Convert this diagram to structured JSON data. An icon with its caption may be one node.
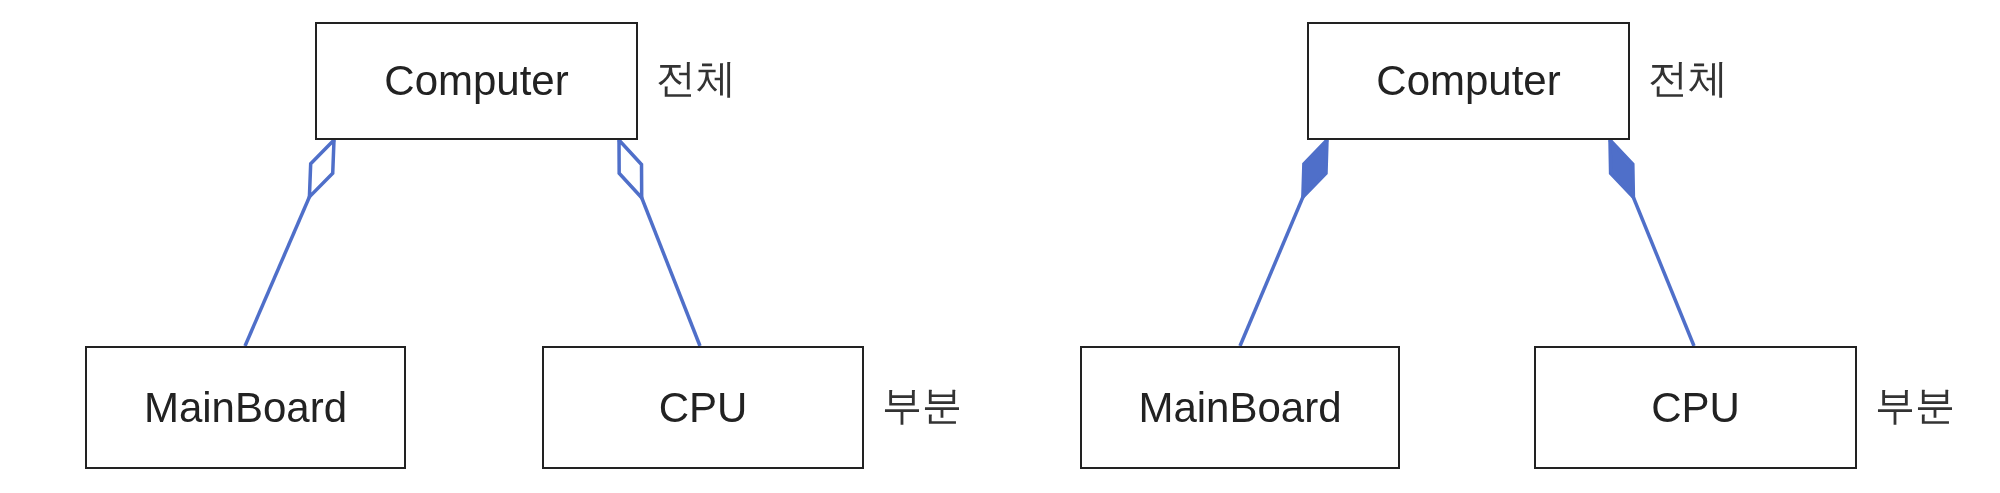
{
  "diagram": {
    "nodes": [
      {
        "text": [
          "Computer"
        ],
        "beside": [
          "전체"
        ]
      },
      {
        "text": [
          "MainBoard"
        ]
      },
      {
        "text": [
          "CPU"
        ],
        "beside": [
          "부분"
        ]
      },
      {
        "text": [
          "Computer"
        ],
        "beside": [
          "전체"
        ]
      },
      {
        "text": [
          "MainBoard"
        ]
      },
      {
        "text": [
          "CPU"
        ],
        "beside": [
          "부분"
        ]
      }
    ],
    "edges": [
      {
        "from": 1,
        "to": 0,
        "arrow": "other"
      },
      {
        "from": 2,
        "to": 0,
        "arrow": "other"
      },
      {
        "from": 4,
        "to": 3,
        "arrow": "other"
      },
      {
        "from": 5,
        "to": 3,
        "arrow": "other"
      }
    ]
  }
}
